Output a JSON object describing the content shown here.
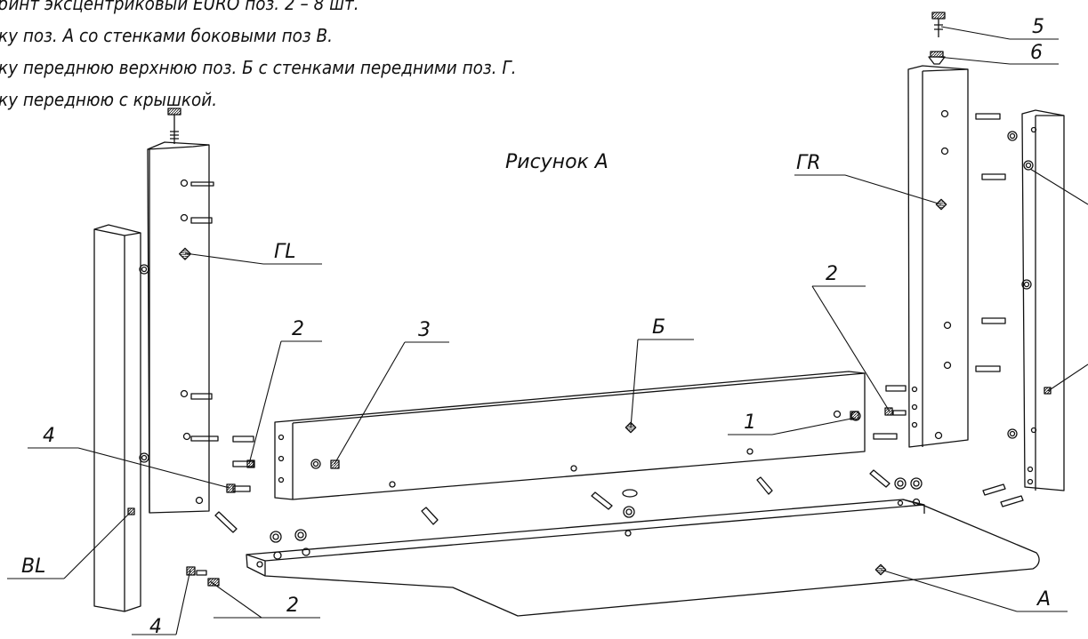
{
  "notes": [
    "бинт эксцентриковый EURO поз. 2 – 8 шт.",
    "ку поз. А со стенками боковыми поз В.",
    "ку переднюю верхнюю поз. Б с стенками передними поз. Г.",
    "ку  переднюю  с  крышкой."
  ],
  "figure_caption": "Рисунок А",
  "callouts": {
    "gl": "ГL",
    "gr": "ГR",
    "b_front": "Б",
    "bl": "BL",
    "a_top": "А",
    "pos1": "1",
    "pos2_left": "2",
    "pos2_right": "2",
    "pos2_bottom": "2",
    "pos3": "3",
    "pos4_top": "4",
    "pos4_bottom": "4",
    "pos5": "5",
    "pos6": "6"
  }
}
